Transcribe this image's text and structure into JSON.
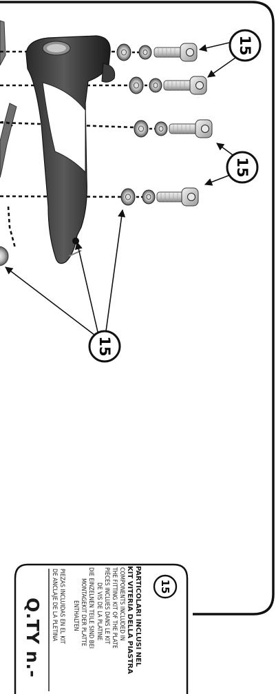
{
  "callout_number": "15",
  "legend": {
    "title_line1": "PARTICOLARI INCLUSI NEL",
    "title_line2": "KIT VITERIA DELLA PIASTRA",
    "lines": [
      "COMPONENTS INCLUDED IN",
      "THE FITTING KIT OF THE PLATE",
      "PIÈCES INCLUES DANS LE KIT",
      "DE VIS DE LA PLATINE",
      "DIE EINZELNEN TEILE SIND BEI",
      "MONTAGEKIT DER PLATTE",
      "ENTHALTEN",
      "PIEZAS INCLUIDAS EN EL KIT",
      "DE ANCLAJE DE LA PLETINA"
    ],
    "qty_label": "Q.TY n.-"
  }
}
